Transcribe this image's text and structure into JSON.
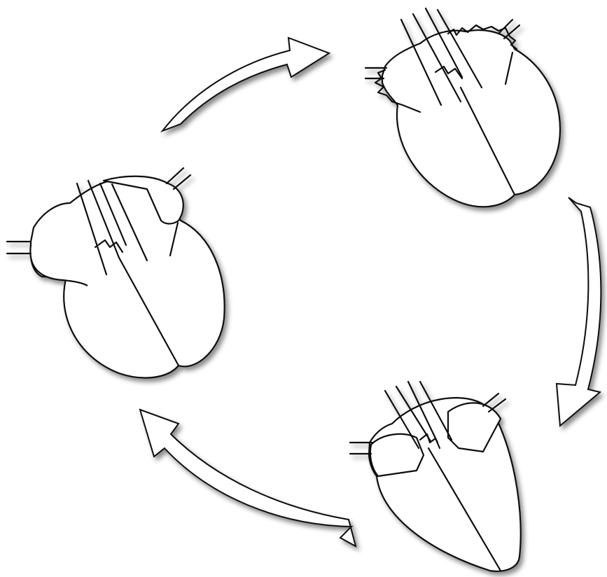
{
  "diagram": {
    "stroke_color": "#111111",
    "fill_color": "#ffffff",
    "shadow_color": "#000000",
    "stages": [
      {
        "name": "heart-stage-relaxed"
      },
      {
        "name": "heart-stage-atrial-contraction"
      },
      {
        "name": "heart-stage-ventricular-contraction"
      }
    ],
    "arrows": [
      {
        "name": "cycle-arrow-top"
      },
      {
        "name": "cycle-arrow-right"
      },
      {
        "name": "cycle-arrow-bottom"
      }
    ]
  }
}
